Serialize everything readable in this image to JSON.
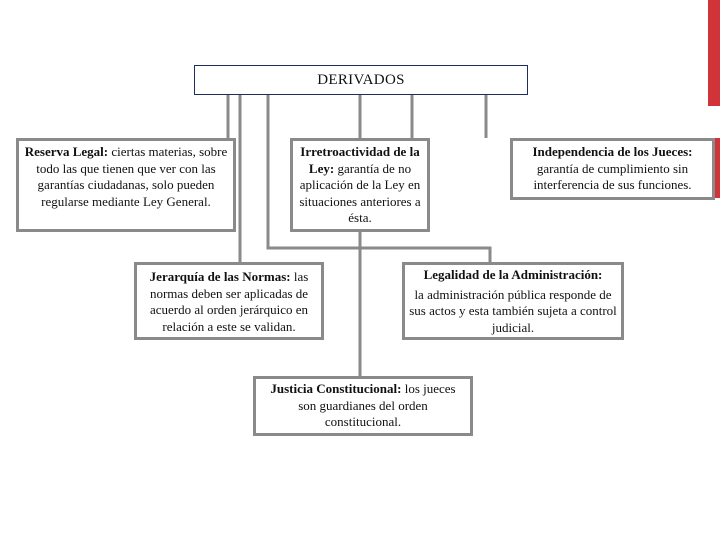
{
  "root": {
    "label": "DERIVADOS"
  },
  "nodes": {
    "reserva_legal": {
      "title": "Reserva Legal:",
      "text": "ciertas materias, sobre todo las que tienen que ver con las garantías ciudadanas, solo pueden regularse mediante Ley General."
    },
    "irretroactividad": {
      "title": "Irretroactividad de la Ley:",
      "text": "garantía de no aplicación de la Ley en situaciones anteriores a ésta."
    },
    "independencia": {
      "title": "Independencia de los Jueces:",
      "text": "garantía de cumplimiento sin interferencia de sus funciones."
    },
    "jerarquia": {
      "title": "Jerarquía de las Normas:",
      "text": "las normas deben ser aplicadas de acuerdo al orden jerárquico en relación a este se validan."
    },
    "legalidad": {
      "title": "Legalidad de la Administración:",
      "text": "la administración pública responde de sus actos y esta también sujeta a control judicial."
    },
    "justicia": {
      "title": "Justicia Constitucional:",
      "text": "los jueces son guardianes del orden constitucional."
    }
  },
  "colors": {
    "accent": "#d13438",
    "box_border": "#8a8a8a",
    "root_border": "#1f2d5a",
    "connector": "#8a8a8a"
  }
}
